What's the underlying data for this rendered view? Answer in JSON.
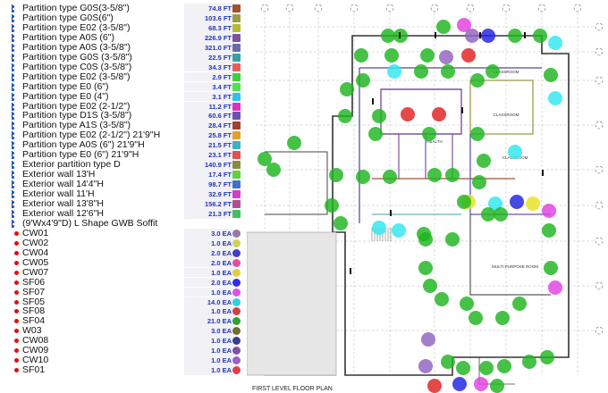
{
  "items": [
    {
      "label": "Partition type G0S(3-5/8\")",
      "qty": "74.8 FT",
      "color": "#a0522d",
      "icon": "connector-icon",
      "shape": "square"
    },
    {
      "label": "Partition type G0S(6\")",
      "qty": "103.6 FT",
      "color": "#9b9b4a",
      "icon": "connector-icon",
      "shape": "square"
    },
    {
      "label": "Partition type E02 (3-5/8\")",
      "qty": "68.3 FT",
      "color": "#b8b832",
      "icon": "connector-icon",
      "shape": "square"
    },
    {
      "label": "Partition type A0S (6\")",
      "qty": "226.9 FT",
      "color": "#7a52a0",
      "icon": "connector-icon",
      "shape": "square"
    },
    {
      "label": "Partition type A0S (3-5/8\")",
      "qty": "321.0 FT",
      "color": "#6a6aa8",
      "icon": "connector-icon",
      "shape": "square"
    },
    {
      "label": "Partition type G0S (3-5/8\")",
      "qty": "22.5 FT",
      "color": "#3aa0a0",
      "icon": "connector-icon",
      "shape": "square"
    },
    {
      "label": "Partition type C0S (3-5/8\")",
      "qty": "34.3 FT",
      "color": "#e06060",
      "icon": "connector-icon",
      "shape": "square"
    },
    {
      "label": "Partition type E02 (3-5/8\")",
      "qty": "2.9 FT",
      "color": "#40d040",
      "icon": "connector-icon",
      "shape": "square"
    },
    {
      "label": "Partition type E0 (6\")",
      "qty": "3.4 FT",
      "color": "#50e050",
      "icon": "connector-icon",
      "shape": "square"
    },
    {
      "label": "Partition type E0 (4\")",
      "qty": "3.1 FT",
      "color": "#30c0f0",
      "icon": "connector-icon",
      "shape": "square"
    },
    {
      "label": "Partition type E02 (2-1/2\")",
      "qty": "11.2 FT",
      "color": "#e030c0",
      "icon": "connector-icon",
      "shape": "square"
    },
    {
      "label": "Partition type D1S (3-5/8\")",
      "qty": "60.6 FT",
      "color": "#6a52b0",
      "icon": "connector-icon",
      "shape": "square"
    },
    {
      "label": "Partition type A1S (3-5/8\")",
      "qty": "28.4 FT",
      "color": "#a04030",
      "icon": "connector-icon",
      "shape": "square"
    },
    {
      "label": "Partition type E02 (2-1/2\") 21'9\"H",
      "qty": "25.8 FT",
      "color": "#e0a030",
      "icon": "connector-icon",
      "shape": "square"
    },
    {
      "label": "Partition type A0S (6\") 21'9\"H",
      "qty": "21.5 FT",
      "color": "#40b0c0",
      "icon": "connector-icon",
      "shape": "square"
    },
    {
      "label": "Partition type E0 (6\") 21'9\"H",
      "qty": "23.1 FT",
      "color": "#e05050",
      "icon": "connector-icon",
      "shape": "square"
    },
    {
      "label": "Exterior partition type D",
      "qty": "140.9 FT",
      "color": "#8a8a40",
      "icon": "connector-icon",
      "shape": "square"
    },
    {
      "label": "Exterior wall 13'H",
      "qty": "17.4 FT",
      "color": "#60d040",
      "icon": "connector-icon",
      "shape": "square"
    },
    {
      "label": "Exterior wall 14'4\"H",
      "qty": "98.7 FT",
      "color": "#4070d0",
      "icon": "connector-icon",
      "shape": "square"
    },
    {
      "label": "Exterior wall 11'H",
      "qty": "32.9 FT",
      "color": "#d040c0",
      "icon": "connector-icon",
      "shape": "square"
    },
    {
      "label": "Exterior wall 13'8\"H",
      "qty": "156.2 FT",
      "color": "#b05090",
      "icon": "connector-icon",
      "shape": "square"
    },
    {
      "label": "Exterior wall 12'6\"H",
      "qty": "21.3 FT",
      "color": "#40c060",
      "icon": "connector-icon",
      "shape": "square"
    },
    {
      "label": "(9'Wx4'9\"D) L Shape GWB Soffit",
      "qty": "",
      "color": "",
      "icon": "connector-icon",
      "shape": "none"
    },
    {
      "label": "CW01",
      "qty": "3.0 EA",
      "color": "#9a7aa0",
      "icon": "dot-icon",
      "shape": "circle"
    },
    {
      "label": "CW02",
      "qty": "1.0 EA",
      "color": "#d0d060",
      "icon": "dot-icon",
      "shape": "circle"
    },
    {
      "label": "CW04",
      "qty": "2.0 EA",
      "color": "#4040c0",
      "icon": "dot-icon",
      "shape": "circle"
    },
    {
      "label": "CW05",
      "qty": "2.0 EA",
      "color": "#e050a0",
      "icon": "dot-icon",
      "shape": "circle"
    },
    {
      "label": "CW07",
      "qty": "1.0 EA",
      "color": "#e0d040",
      "icon": "dot-icon",
      "shape": "circle"
    },
    {
      "label": "SF06",
      "qty": "2.0 EA",
      "color": "#3030e0",
      "icon": "dot-icon",
      "shape": "circle"
    },
    {
      "label": "SF07",
      "qty": "1.0 EA",
      "color": "#e050e0",
      "icon": "dot-icon",
      "shape": "circle"
    },
    {
      "label": "SF05",
      "qty": "14.0 EA",
      "color": "#30d0e0",
      "icon": "dot-icon",
      "shape": "circle"
    },
    {
      "label": "SF08",
      "qty": "1.0 EA",
      "color": "#d04040",
      "icon": "dot-icon",
      "shape": "circle"
    },
    {
      "label": "SF04",
      "qty": "21.0 EA",
      "color": "#30a030",
      "icon": "dot-icon",
      "shape": "circle"
    },
    {
      "label": "W03",
      "qty": "3.0 EA",
      "color": "#707030",
      "icon": "dot-icon",
      "shape": "circle"
    },
    {
      "label": "CW08",
      "qty": "1.0 EA",
      "color": "#3a3a90",
      "icon": "dot-icon",
      "shape": "circle"
    },
    {
      "label": "CW09",
      "qty": "1.0 EA",
      "color": "#8050a0",
      "icon": "dot-icon",
      "shape": "circle"
    },
    {
      "label": "CW10",
      "qty": "1.0 EA",
      "color": "#a060c0",
      "icon": "dot-icon",
      "shape": "circle"
    },
    {
      "label": "SF01",
      "qty": "1.0 EA",
      "color": "#e04040",
      "icon": "dot-icon",
      "shape": "circle"
    }
  ],
  "plan": {
    "title": "FIRST LEVEL FLOOR PLAN",
    "ghost_title": "BASEMENT LEVEL FLOOR PLAN",
    "markers": {
      "green": "#1db51d",
      "cyan": "#2ee6f0",
      "red": "#e02020",
      "purple": "#9060c0",
      "blue": "#2020e0",
      "magenta": "#e040e0",
      "yellow": "#e8e020",
      "olive": "#8a8a30",
      "orange": "#e08a20"
    },
    "room_labels": [
      "CLASSROOM",
      "CLASSROOM",
      "CLASSROOM",
      "HEALTH",
      "MULTI-PURPOSE ROOM"
    ]
  }
}
